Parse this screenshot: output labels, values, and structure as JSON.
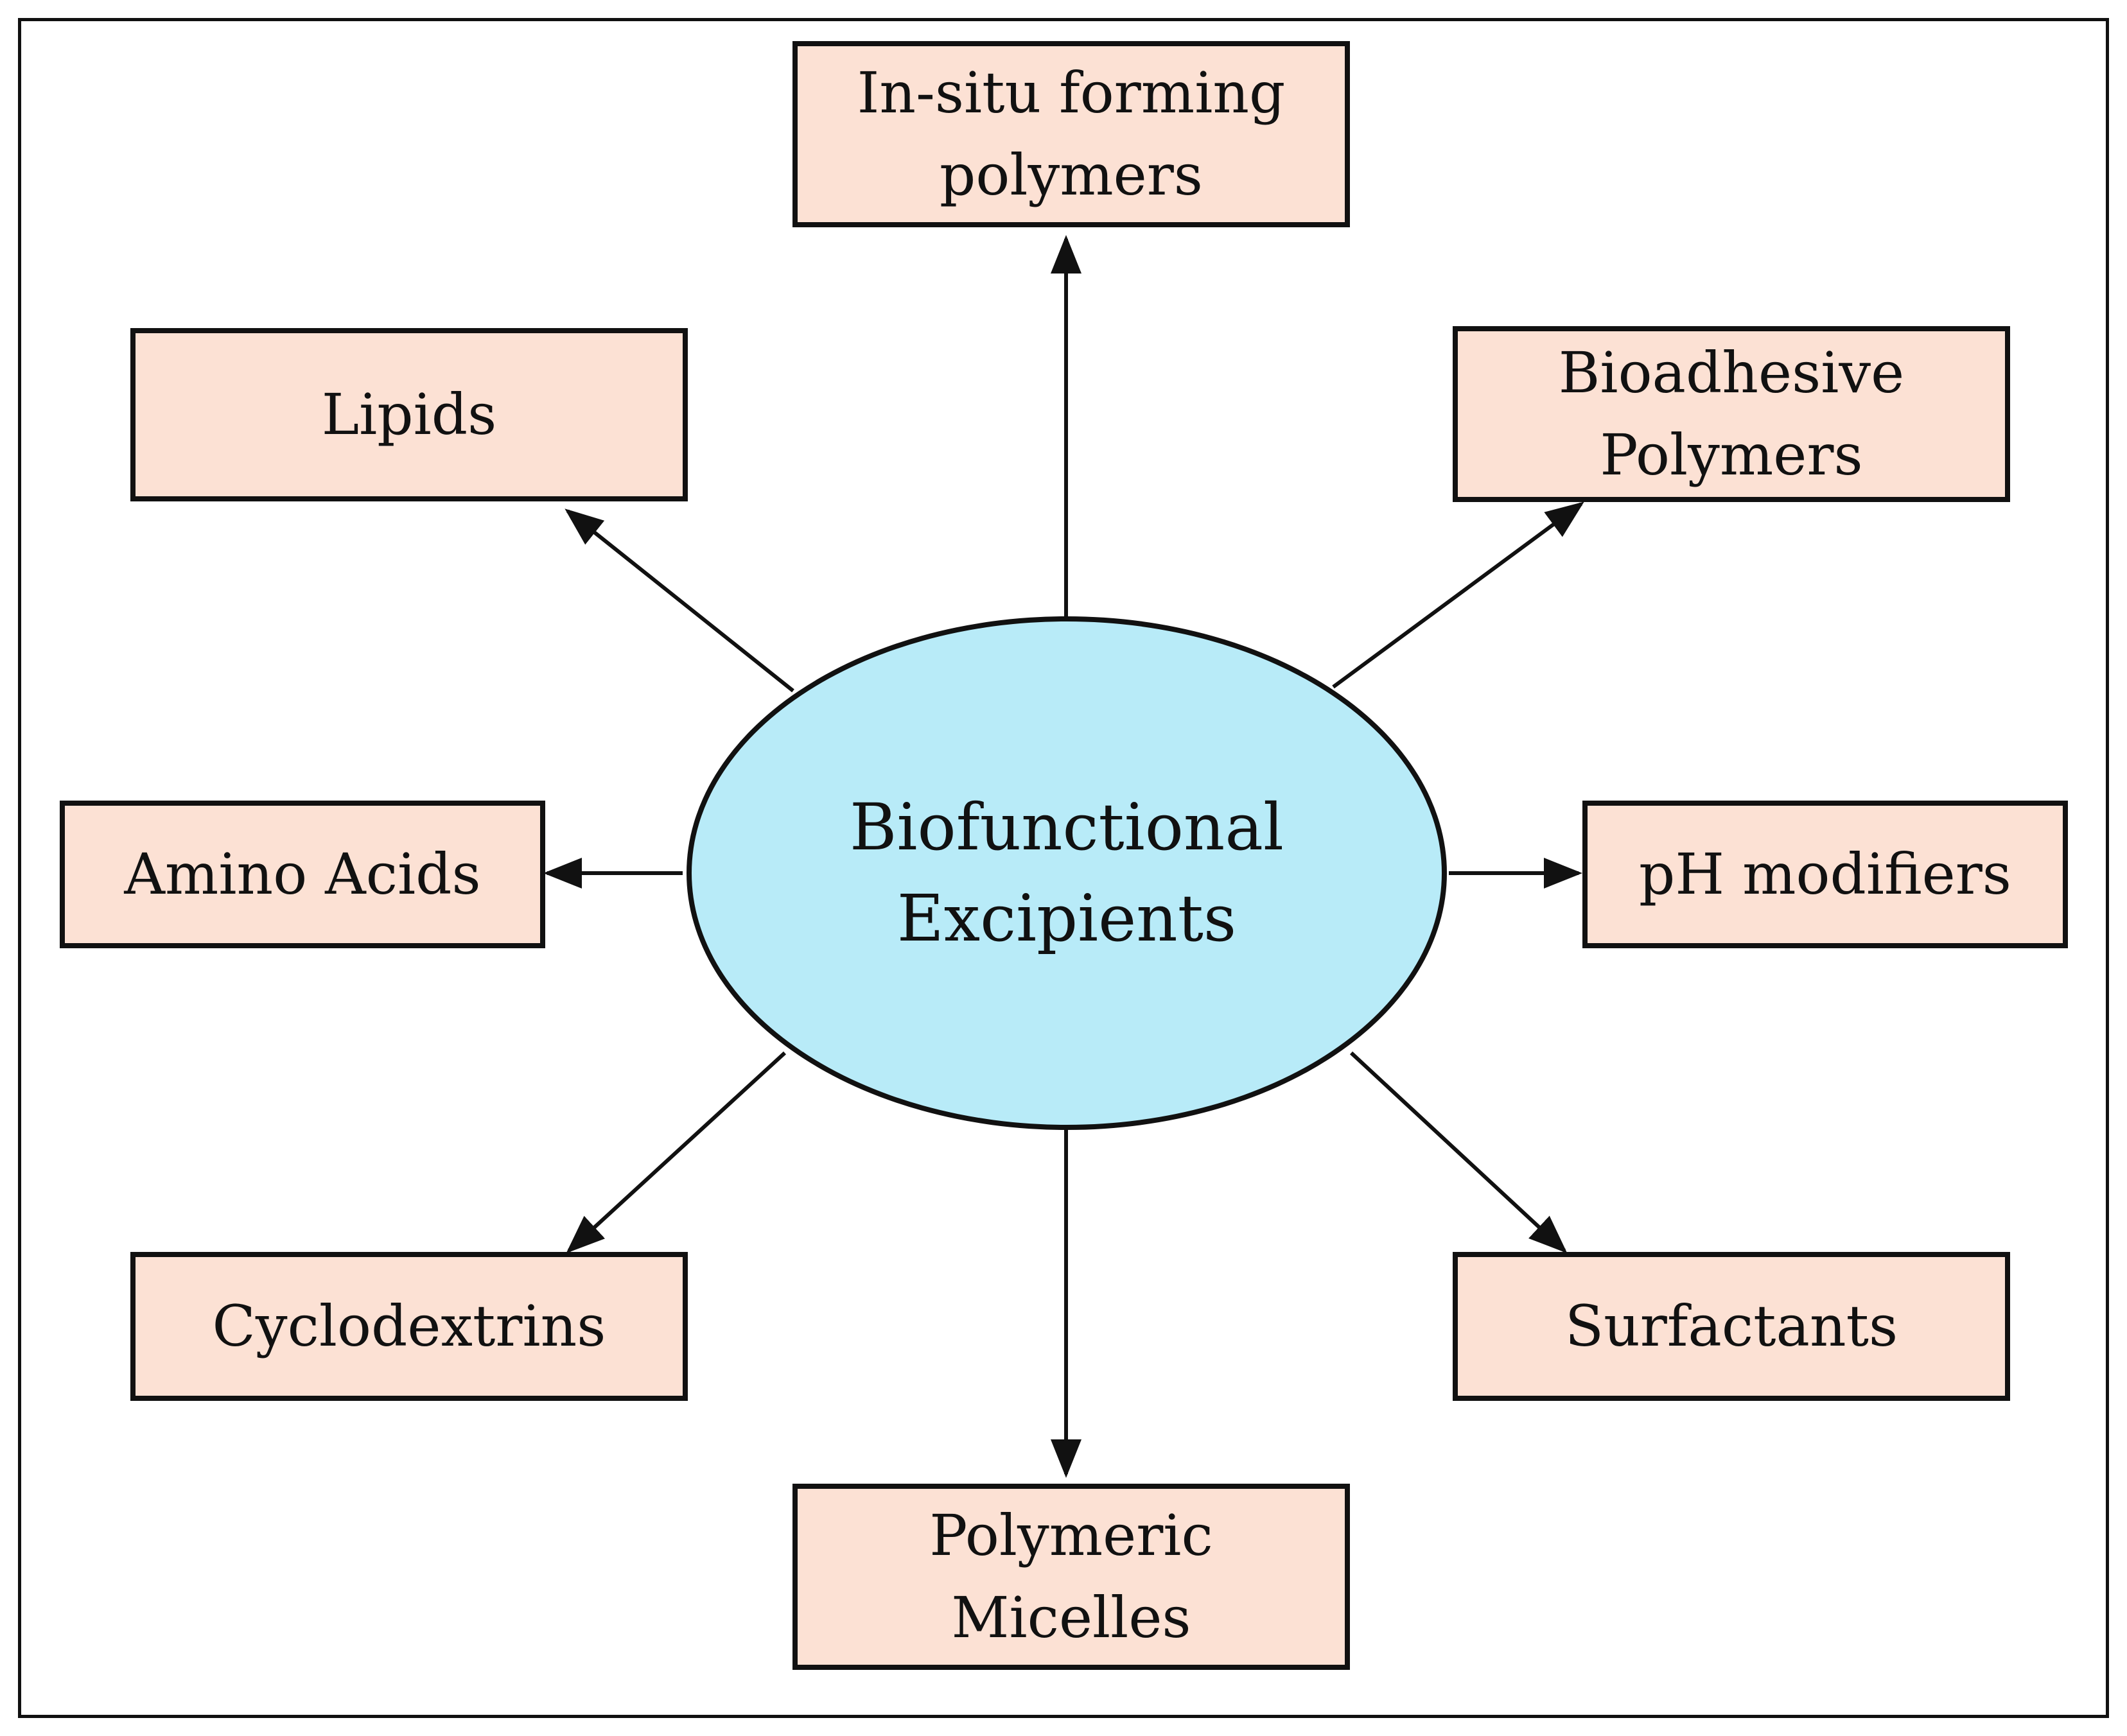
{
  "center": {
    "label": "Biofunctional\nExcipients",
    "fill": "#b8ebf8"
  },
  "nodes": {
    "in_situ": "In-situ forming\npolymers",
    "lipids": "Lipids",
    "bioadhesive": "Bioadhesive\nPolymers",
    "amino_acids": "Amino Acids",
    "ph_modifiers": "pH modifiers",
    "cyclodextrins": "Cyclodextrins",
    "surfactants": "Surfactants",
    "micelles": "Polymeric\nMicelles"
  },
  "colors": {
    "box_fill": "#fce1d4",
    "stroke": "#111111"
  }
}
